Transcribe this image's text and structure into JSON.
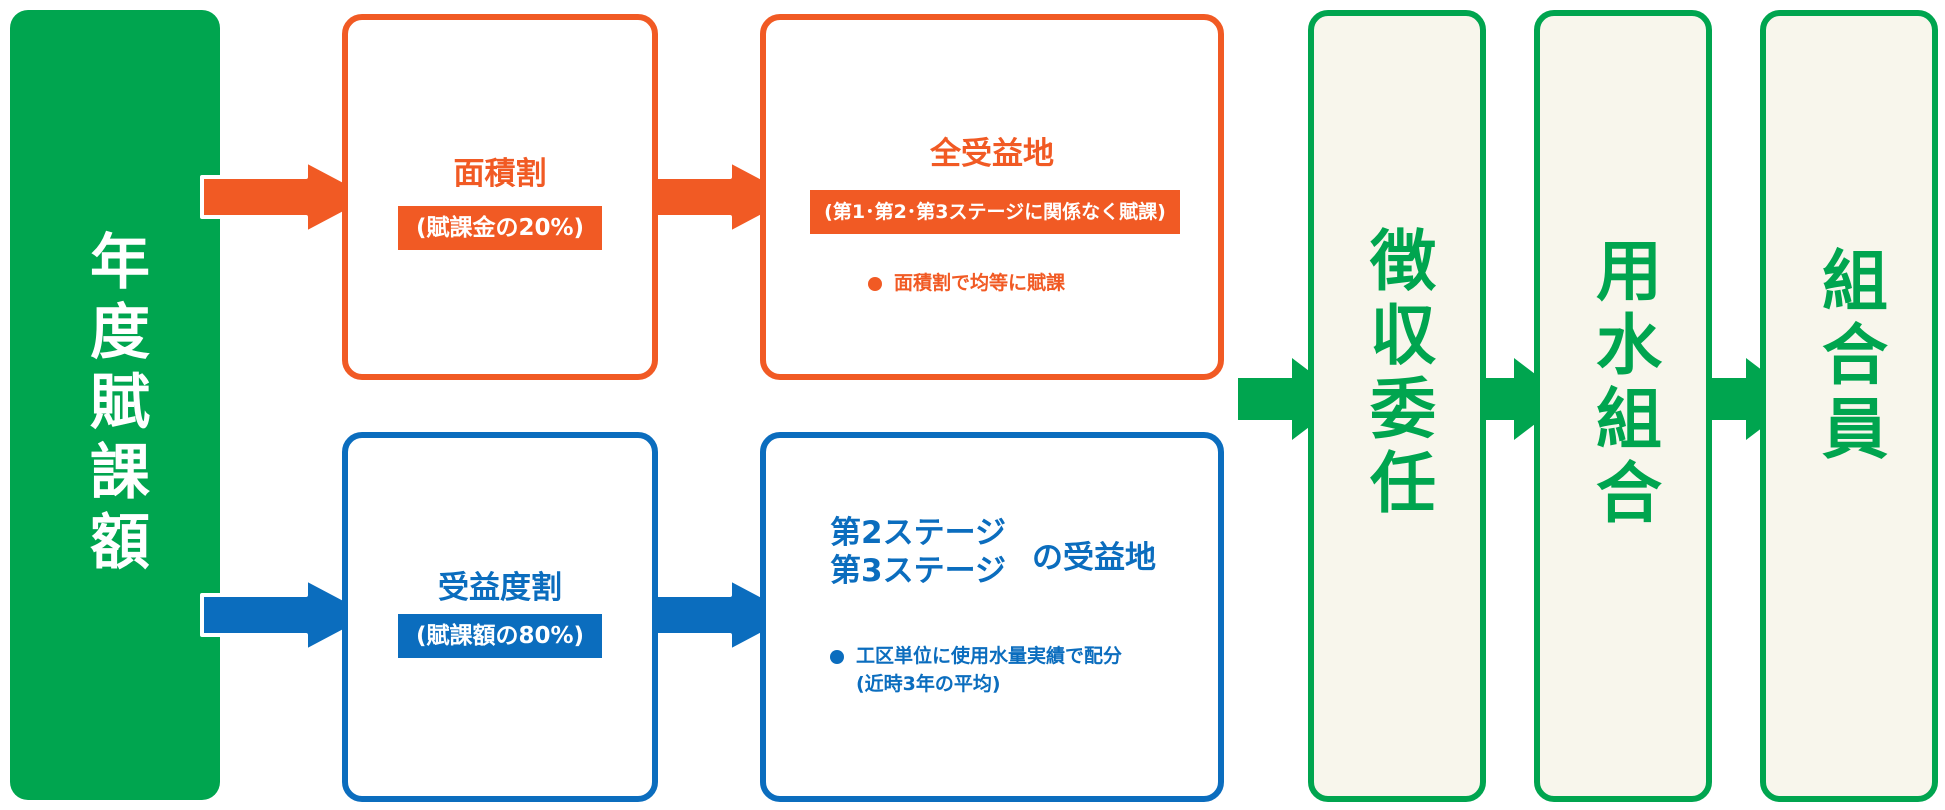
{
  "annual_assessment": "年度賦課額",
  "area_split": {
    "title": "面積割",
    "label": "(賦課金の20%)"
  },
  "all_beneficiary": {
    "title": "全受益地",
    "label": "(第1･第2･第3ステージに関係なく賦課)",
    "bullet": "面積割で均等に賦課"
  },
  "benefit_split": {
    "title": "受益度割",
    "label": "(賦課額の80%)"
  },
  "stage_beneficiary": {
    "stage2": "第2ステージ",
    "stage3": "第3ステージ",
    "suffix": "の受益地",
    "bullet_line1": "工区単位に使用水量実績で配分",
    "bullet_line2": "(近時3年の平均)"
  },
  "collection_delegation": "徴収委任",
  "water_union": "用水組合",
  "union_member": "組合員",
  "colors": {
    "green": "#00a54f",
    "orange": "#f15a24",
    "blue": "#0b6dbe",
    "column_fill": "#f8f6ec"
  }
}
